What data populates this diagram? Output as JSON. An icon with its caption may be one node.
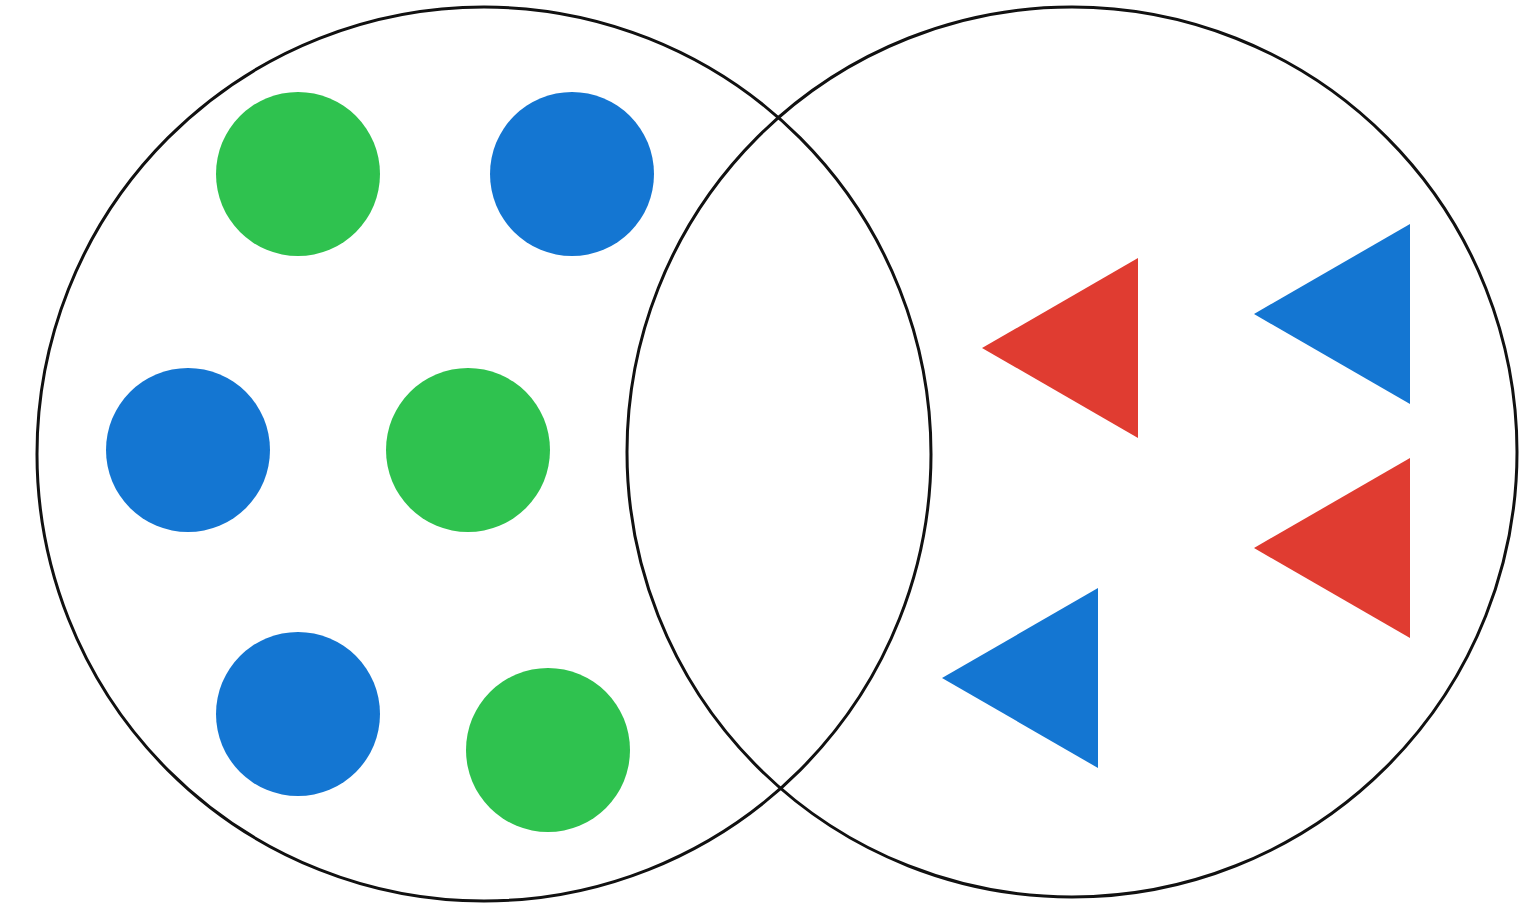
{
  "diagram": {
    "nodes": [
      {
        "text": [],
        "shape": "circle"
      },
      {
        "text": [],
        "shape": "circle"
      },
      {
        "text": [],
        "shape": "circle",
        "in": 0
      },
      {
        "text": [],
        "shape": "circle",
        "in": 0
      },
      {
        "text": [],
        "shape": "circle",
        "in": 0
      },
      {
        "text": [],
        "shape": "circle",
        "in": 0
      },
      {
        "text": [],
        "shape": "circle",
        "in": 0
      },
      {
        "text": [],
        "shape": "circle",
        "in": 0
      },
      {
        "text": [],
        "shape": "triangle",
        "in": 1
      },
      {
        "text": [],
        "shape": "triangle",
        "in": 1
      },
      {
        "text": [],
        "shape": "triangle",
        "in": 1
      },
      {
        "text": [],
        "shape": "triangle",
        "in": 1
      }
    ]
  }
}
